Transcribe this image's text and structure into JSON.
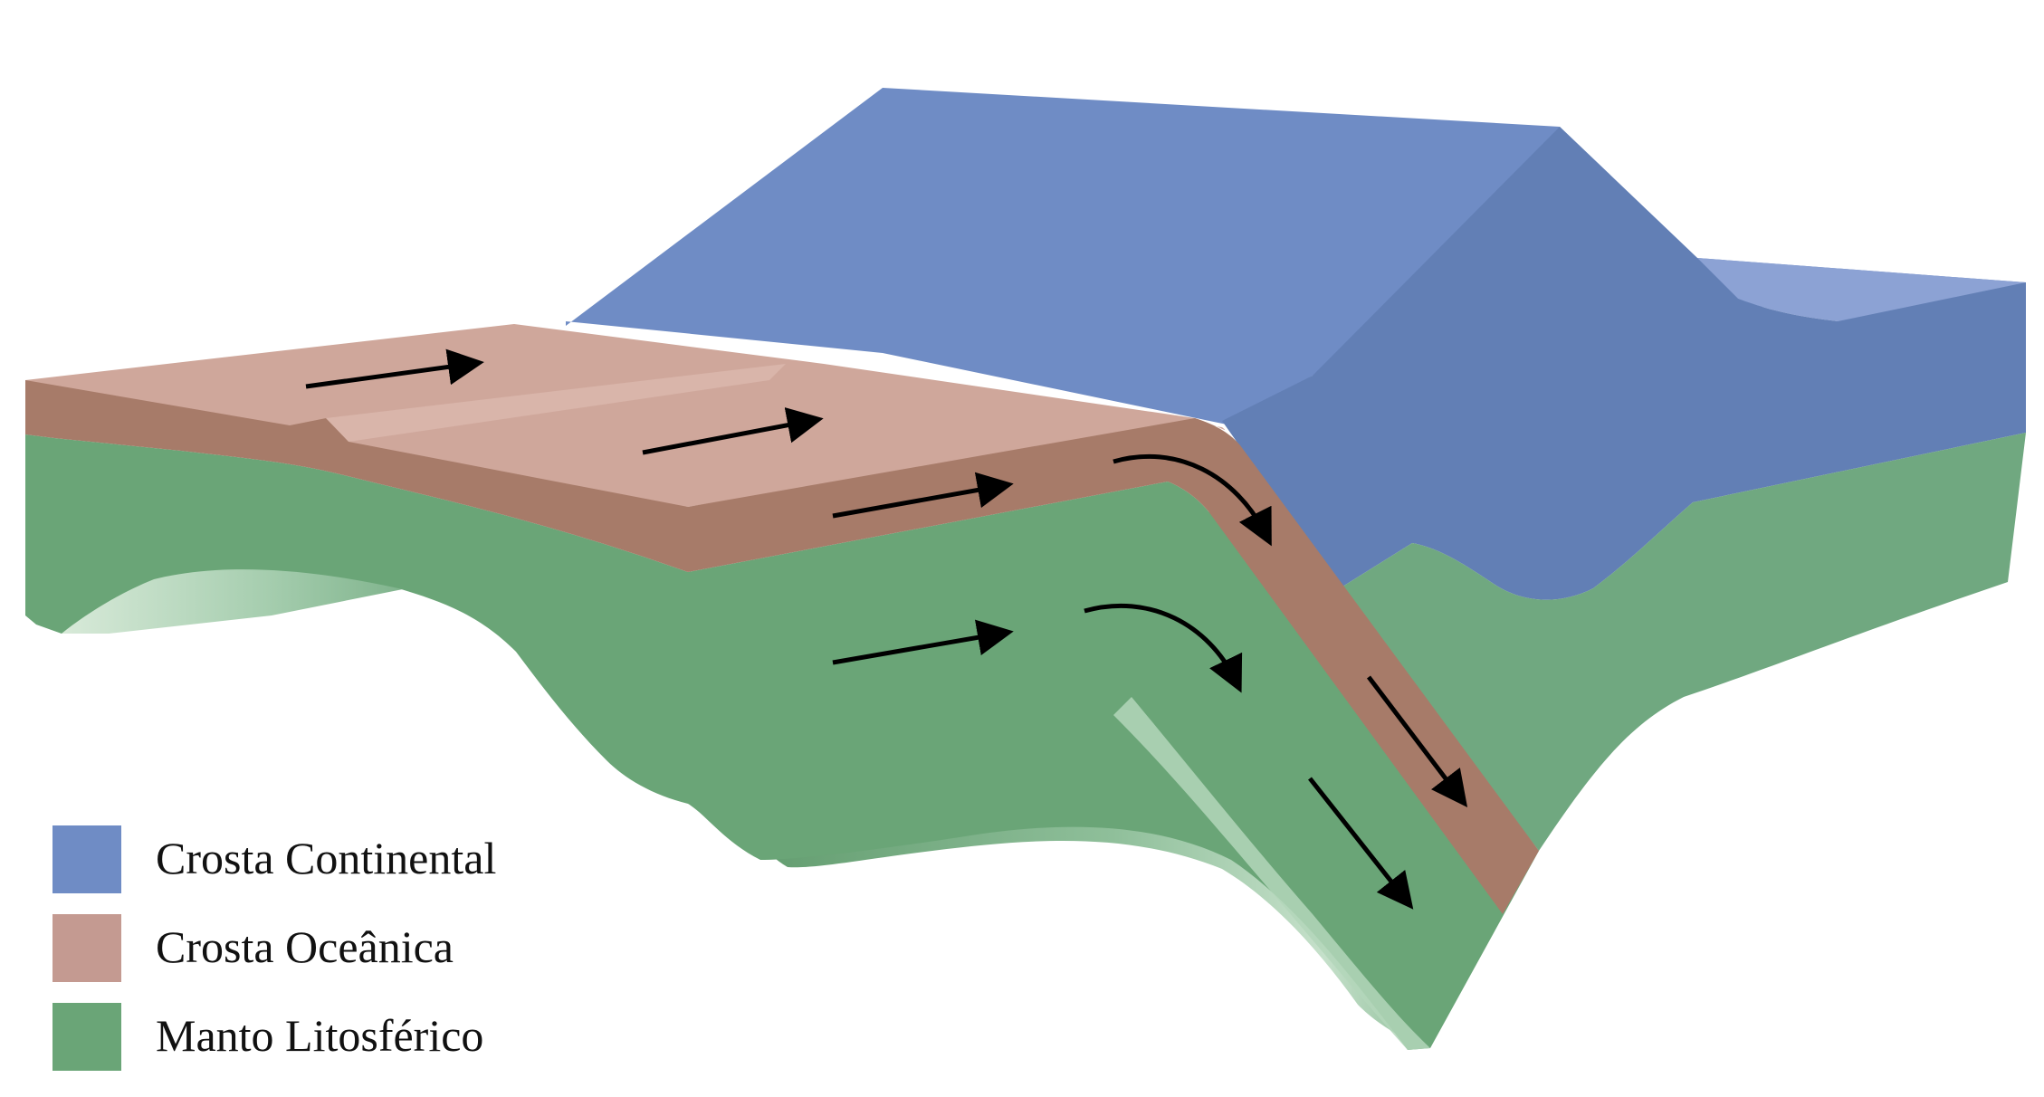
{
  "legend": {
    "items": [
      {
        "label": "Crosta Continental",
        "color": "#6f8cc5"
      },
      {
        "label": "Crosta Oceânica",
        "color": "#c49a91"
      },
      {
        "label": "Manto Litosférico",
        "color": "#6aa577"
      }
    ]
  },
  "colors": {
    "continental_top": "#6f8cc5",
    "continental_side": "#627fb5",
    "oceanic_top": "#cfa79b",
    "oceanic_side": "#a77b69",
    "mantle_front": "#6aa577",
    "mantle_right": "#70a880",
    "mantle_light": "#a9d0b1",
    "arrow": "#000000"
  },
  "icons": {
    "flow_arrow": "black-arrow-icon",
    "curved_arrow": "curved-arrow-icon"
  }
}
